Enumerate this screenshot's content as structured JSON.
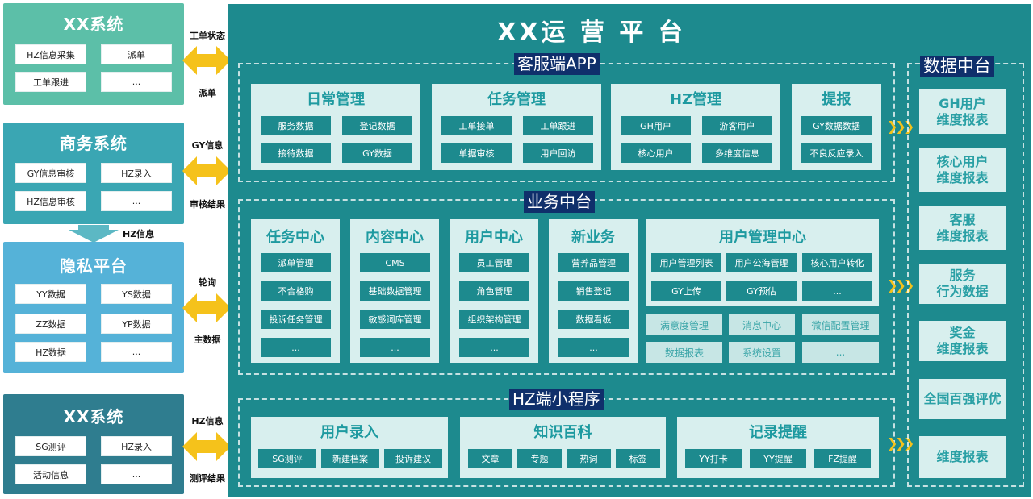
{
  "left": {
    "sys1": {
      "title": "XX系统",
      "items": [
        "HZ信息采集",
        "派单",
        "工单跟进",
        "..."
      ],
      "arrow_top": "工单状态",
      "arrow_bottom": "派单"
    },
    "sys2": {
      "title": "商务系统",
      "items": [
        "GY信息审核",
        "HZ录入",
        "HZ信息审核",
        "..."
      ],
      "arrow_top": "GY信息",
      "arrow_bottom": "审核结果",
      "down_label": "HZ信息"
    },
    "sys3": {
      "title": "隐私平台",
      "items": [
        "YY数据",
        "YS数据",
        "ZZ数据",
        "YP数据",
        "HZ数据",
        "..."
      ],
      "arrow_top": "轮询",
      "arrow_bottom": "主数据"
    },
    "sys4": {
      "title": "XX系统",
      "items": [
        "SG测评",
        "HZ录入",
        "活动信息",
        "..."
      ],
      "arrow_top": "HZ信息",
      "arrow_bottom": "测评结果"
    }
  },
  "main": {
    "title": "XX运 营 平 台",
    "app": {
      "title": "客服端APP",
      "panels": [
        {
          "title": "日常管理",
          "items": [
            "服务数据",
            "登记数据",
            "接待数据",
            "GY数据"
          ]
        },
        {
          "title": "任务管理",
          "items": [
            "工单接单",
            "工单跟进",
            "单据审核",
            "用户回访"
          ]
        },
        {
          "title": "HZ管理",
          "items": [
            "GH用户",
            "游客用户",
            "核心用户",
            "多维度信息"
          ]
        },
        {
          "title": "提报",
          "items": [
            "GY数据数据",
            "不良反应录入"
          ]
        }
      ]
    },
    "biz": {
      "title": "业务中台",
      "panels": [
        {
          "title": "任务中心",
          "items": [
            "派单管理",
            "不合格购",
            "投诉任务管理",
            "..."
          ]
        },
        {
          "title": "内容中心",
          "items": [
            "CMS",
            "基础数据管理",
            "敏感词库管理",
            "..."
          ]
        },
        {
          "title": "用户中心",
          "items": [
            "员工管理",
            "角色管理",
            "组织架构管理",
            "..."
          ]
        },
        {
          "title": "新业务",
          "items": [
            "营养品管理",
            "销售登记",
            "数据看板",
            "..."
          ]
        },
        {
          "title": "用户管理中心",
          "items": [
            "用户管理列表",
            "用户公海管理",
            "核心用户转化",
            "GY上传",
            "GY预估",
            "..."
          ],
          "extra": [
            "满意度管理",
            "消息中心",
            "微信配置管理",
            "数据报表",
            "系统设置",
            "..."
          ]
        }
      ]
    },
    "mini": {
      "title": "HZ端小程序",
      "panels": [
        {
          "title": "用户录入",
          "items": [
            "SG测评",
            "新建档案",
            "投诉建议"
          ]
        },
        {
          "title": "知识百科",
          "items": [
            "文章",
            "专题",
            "热词",
            "标签"
          ]
        },
        {
          "title": "记录提醒",
          "items": [
            "YY打卡",
            "YY提醒",
            "FZ提醒"
          ]
        }
      ]
    }
  },
  "right": {
    "title": "数据中台",
    "items": [
      "GH用户\n维度报表",
      "核心用户\n维度报表",
      "客服\n维度报表",
      "服务\n行为数据",
      "奖金\n维度报表",
      "全国百强评优",
      "维度报表"
    ]
  },
  "colors": {
    "main_bg": "#1d8a8e",
    "panel_bg": "#d8efee",
    "arrow": "#f5c21b",
    "section_title_bg": "#0f2f6b"
  }
}
